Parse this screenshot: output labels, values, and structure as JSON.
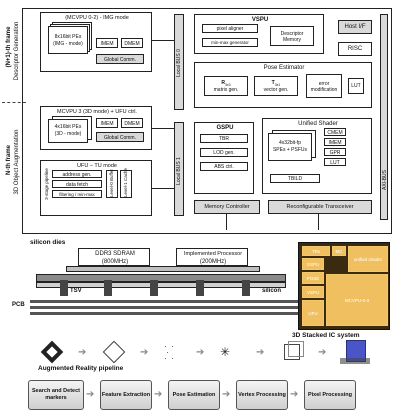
{
  "arch": {
    "n1_frame_label": "(N+1)-th frame",
    "desc_gen_label": "Descriptor Generation",
    "n_frame_label": "N-th frame",
    "obj_aug_label": "3D Object Augmentation",
    "img_mode_title": "(MCVPU 0-2) - IMG mode",
    "pe_img": "8x16bit PEs",
    "pe_img_mode": "(IMG - mode)",
    "imem": "IMEM",
    "dmem": "DMEM",
    "global_comm": "Global Comm.",
    "mcvpu3_title": "MCVPU 3 (3D mode) + UFU ctrl.",
    "pe_3d": "4x16bit PEs",
    "pe_3d_mode": "(3D - mode)",
    "ufu_title": "UFU – TU mode",
    "address_gen": "address gen.",
    "data_fetch": "data fetch",
    "filtering": "filtering / min-max",
    "pipeline_3stage": "3-stage pipeline",
    "level0_buffer": "Level-0 Buffer",
    "level1_cache": "Level-1 Cache",
    "vspu": "VSPU",
    "pixel_aligner": "pixel aligner",
    "minmax_gen": "min-max generator",
    "descriptor_memory": "Descriptor Memory",
    "host_if": "Host I/F",
    "risc": "RISC",
    "pose_estimator": "Pose Estimator",
    "r3x3": "R",
    "r3x3_sub": "3x3",
    "r_matrix": "matrix gen.",
    "t3x1": "T",
    "t3x1_sub": "3x1",
    "t_vector": "vector gen.",
    "error_mod": "error modification",
    "lut": "LUT",
    "gspu": "GSPU",
    "tbr": "TBR",
    "lod_gen": "LOD gen.",
    "abs_ctrl": "ABS ctrl.",
    "memory_controller": "Memory Controller",
    "unified_shader": "Unified Shader",
    "shader_spec": "4x32bit-fp",
    "shader_spec2": "SPEs + PSFUs",
    "cmem": "CMEM",
    "imem2": "IMEM",
    "gpr": "GPR",
    "lut2": "LUT",
    "tbild": "TBILD",
    "reconfig_transceiver": "Reconfigurable Transceiver",
    "local_bus0": "Local BUS 0",
    "local_bus1": "Local BUS 1",
    "axi_bus": "AXI-BUS"
  },
  "stack": {
    "silicon_dies": "silicon dies",
    "ddr3_line1": "DDR3 SDRAM",
    "ddr3_line2": "(800MHz)",
    "impl_line1": "Implemented Processor",
    "impl_line2": "(200MHz)",
    "tsv": "TSV",
    "silicon": "silicon",
    "pcb": "PCB",
    "system_label": "3D Stacked IC system"
  },
  "chip": {
    "trx": "TRx",
    "mc": "MC",
    "gspu": "GSPU",
    "pose": "POSE",
    "vspu": "VSPU",
    "ufu": "UFU",
    "unified_shader": "unified shader",
    "mcvpu": "MCVPU-0-3"
  },
  "pipeline": {
    "title": "Augmented Reality pipeline",
    "steps": [
      "Search and Detect markers",
      "Feature Extraction",
      "Pose Estimation",
      "Vertex Processing",
      "Pixel Processing"
    ]
  }
}
